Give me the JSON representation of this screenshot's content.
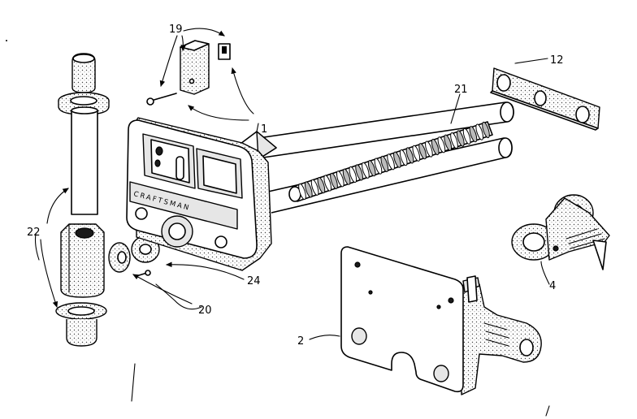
{
  "brand_text": "CRAFTSMAN",
  "callouts": [
    {
      "id": "c19",
      "text": "19"
    },
    {
      "id": "c1",
      "text": "1"
    },
    {
      "id": "c12",
      "text": "12"
    },
    {
      "id": "c21",
      "text": "21"
    },
    {
      "id": "c22",
      "text": "22"
    },
    {
      "id": "c24",
      "text": "24"
    },
    {
      "id": "c20",
      "text": "20"
    },
    {
      "id": "c4",
      "text": "4"
    },
    {
      "id": "c2",
      "text": "2"
    }
  ]
}
